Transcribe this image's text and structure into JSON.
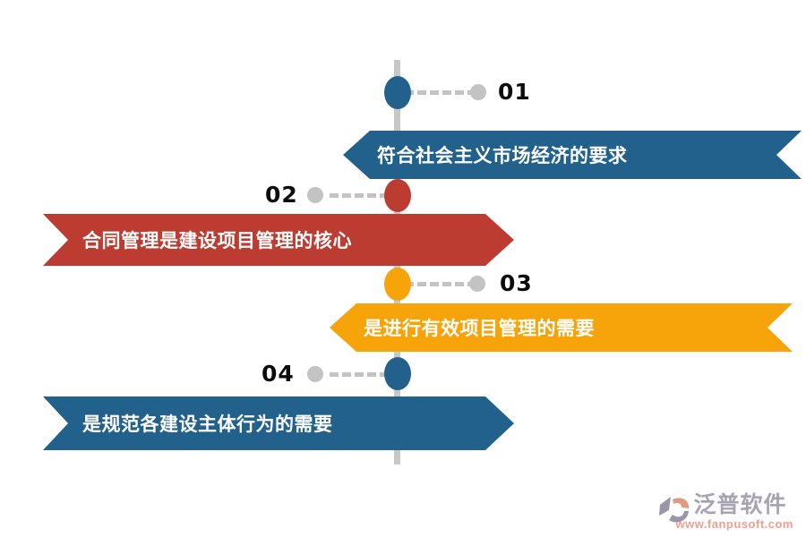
{
  "timeline": {
    "axis_color": "#c7c7c7",
    "connector_color": "#c3c3c3",
    "number_color": "#0c0c0c",
    "label_text_color": "#ffffff",
    "items": [
      {
        "number": "01",
        "label": "符合社会主义市场经济的要求",
        "color": "#21618c",
        "side": "right"
      },
      {
        "number": "02",
        "label": "合同管理是建设项目管理的核心",
        "color": "#bc3c32",
        "side": "left"
      },
      {
        "number": "03",
        "label": "是进行有效项目管理的需要",
        "color": "#f7a30a",
        "side": "right"
      },
      {
        "number": "04",
        "label": "是规范各建设主体行为的需要",
        "color": "#21618c",
        "side": "left"
      }
    ]
  },
  "watermark": {
    "icon": "fanpu-logo-icon",
    "brand": "泛普软件",
    "url": "www.fanpusoft.com",
    "brand_color": "#a8a3b4",
    "url_color": "#e9a096",
    "icon_gray": "#9a95a8",
    "icon_salmon": "#e09a82"
  }
}
